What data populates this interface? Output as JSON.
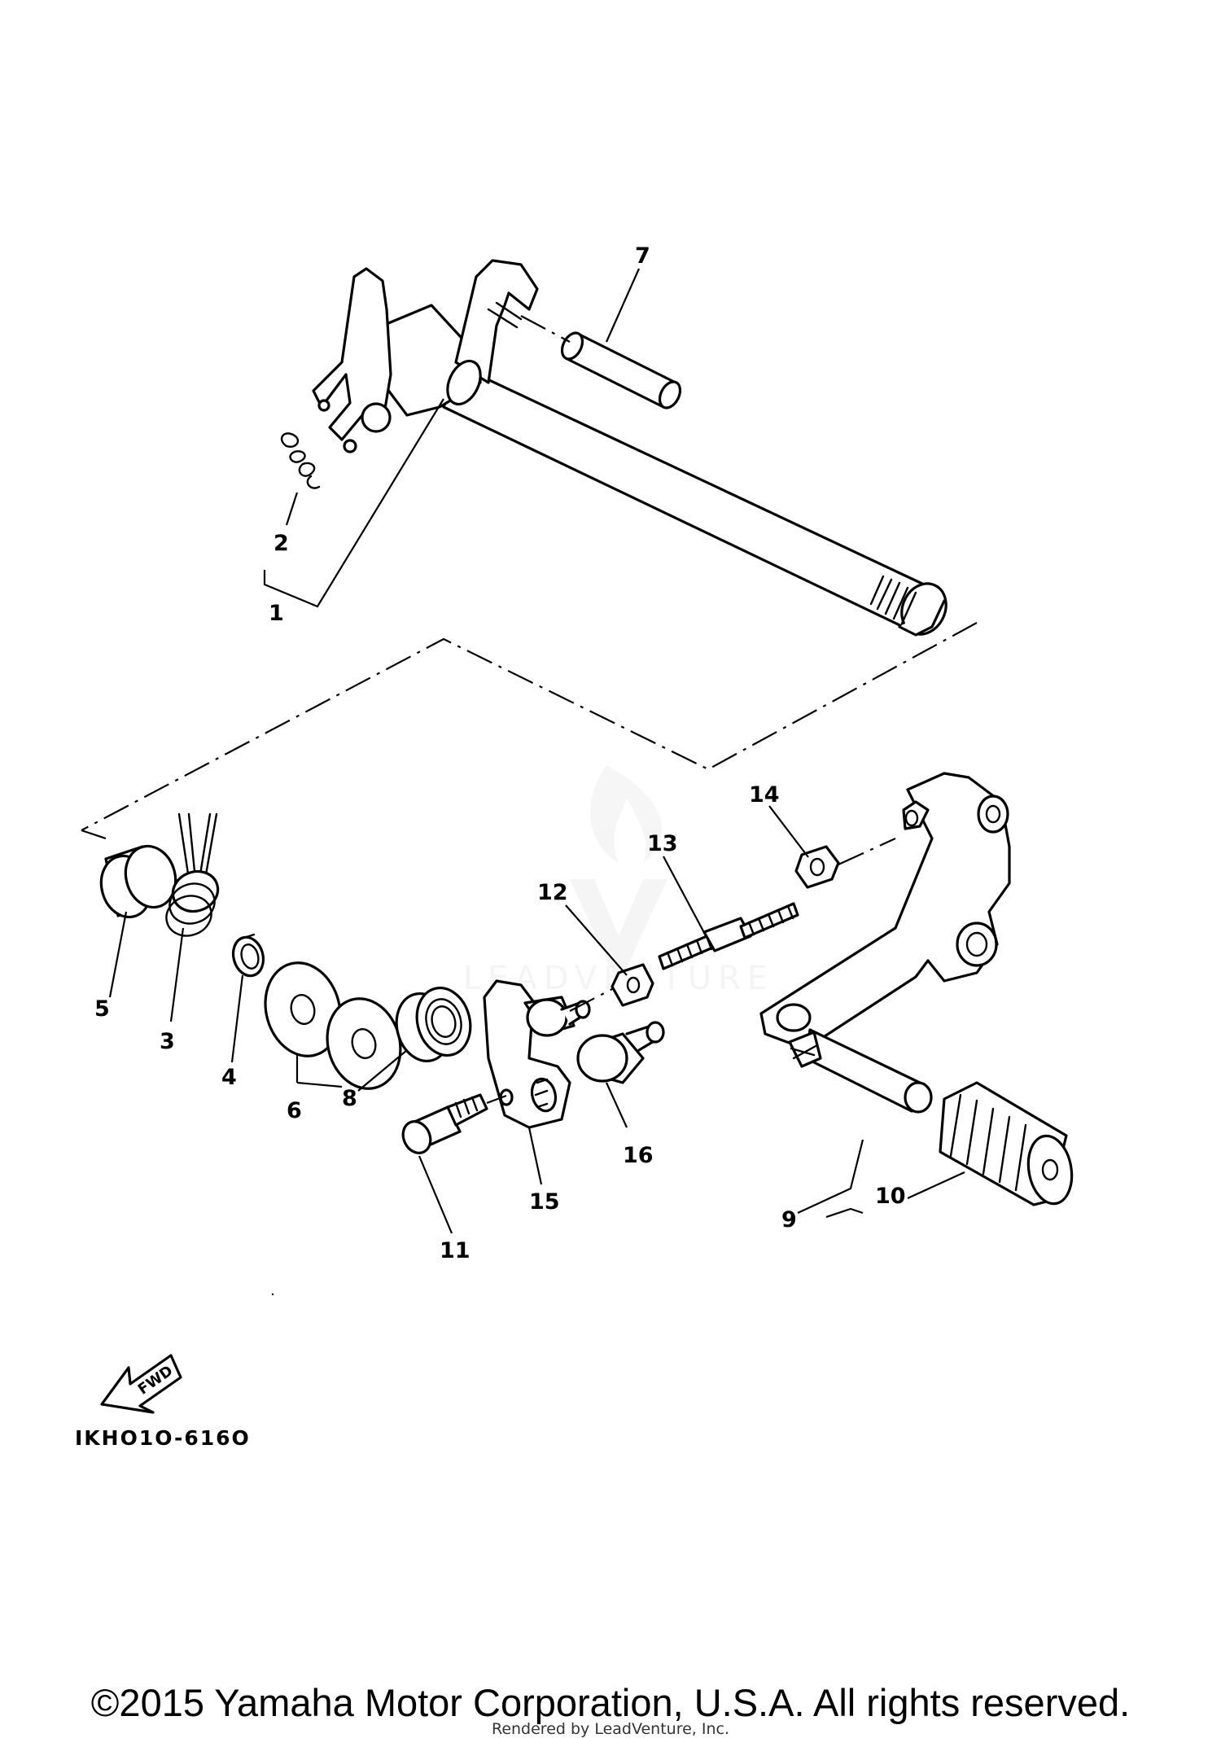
{
  "diagram": {
    "drawing_code": "IKHO1O-616O",
    "fwd_label": "FWD",
    "watermark": "LEADVENTURE",
    "callouts": [
      "1",
      "2",
      "3",
      "4",
      "5",
      "6",
      "7",
      "8",
      "9",
      "10",
      "11",
      "12",
      "13",
      "14",
      "15",
      "16"
    ]
  },
  "footer": {
    "copyright": "©2015 Yamaha Motor Corporation, U.S.A. All rights reserved.",
    "rendered_by": "Rendered by LeadVenture, Inc."
  }
}
